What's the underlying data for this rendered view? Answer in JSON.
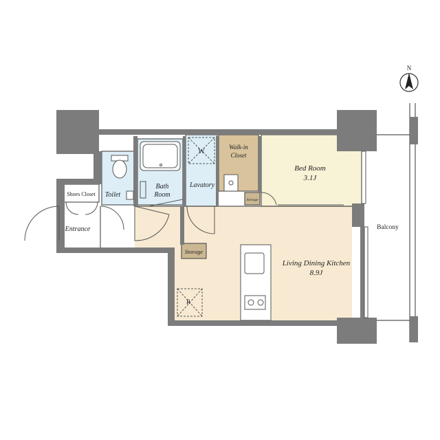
{
  "compass": {
    "label": "N"
  },
  "rooms": {
    "entrance": "Entrance",
    "shoes_closet": "Shoes Closet",
    "toilet": "Toilet",
    "bath_room_line1": "Bath",
    "bath_room_line2": "Room",
    "lavatory": "Lavatory",
    "washer_mark": "W",
    "walk_in_closet_line1": "Walk-in",
    "walk_in_closet_line2": "Closet",
    "storage_small": "Storage",
    "storage_hall": "Storage",
    "bed_room": "Bed Room",
    "bed_room_size": "3.1J",
    "ldk": "Living Dining Kitchen",
    "ldk_size": "8.9J",
    "fridge_mark": "R",
    "balcony": "Balcony"
  },
  "colors": {
    "wall": "#7c7c7c",
    "living": "#f8ead2",
    "bedroom": "#f8f2d6",
    "wet_area": "#ddeef7",
    "closet": "#d9c39c",
    "storage": "#cbb892",
    "line": "#555555"
  }
}
